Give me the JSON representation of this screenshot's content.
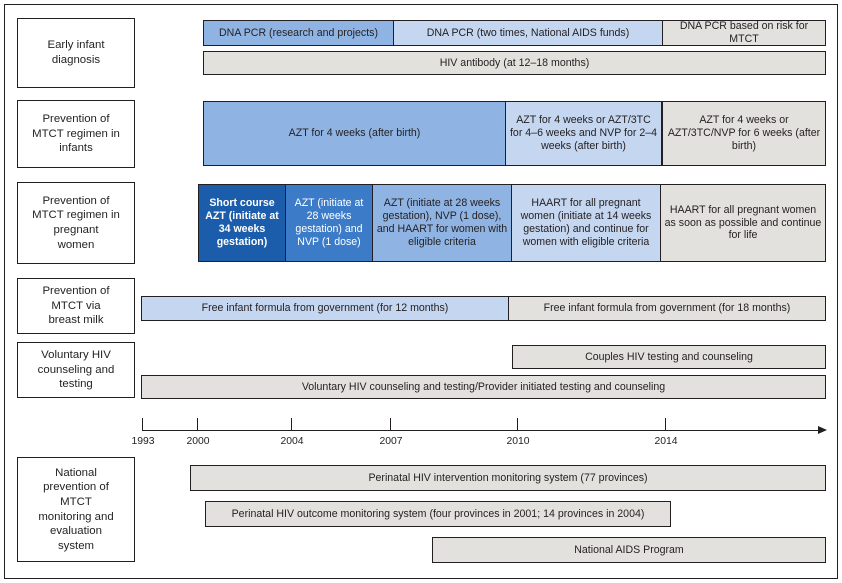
{
  "figure": {
    "type": "timeline-diagram",
    "title_present": false,
    "axis": {
      "years": [
        "1993",
        "2000",
        "2004",
        "2007",
        "2010",
        "2014"
      ],
      "arrow_direction": "right"
    }
  },
  "rows": [
    {
      "label": "Early infant\ndiagnosis",
      "label_line1": "Early infant",
      "label_line2": "diagnosis",
      "bars": [
        {
          "text": "DNA PCR (research and projects)",
          "shade": "blue-md"
        },
        {
          "text": "DNA PCR (two times, National AIDS funds)",
          "shade": "blue-lt"
        },
        {
          "text": "DNA PCR based on risk for MTCT",
          "shade": "gray"
        },
        {
          "text": "HIV antibody (at 12–18 months)",
          "shade": "gray"
        }
      ]
    },
    {
      "label_line1": "Prevention of",
      "label_line2": "MTCT regimen in",
      "label_line3": "infants",
      "bars": [
        {
          "text": "AZT for 4 weeks (after birth)",
          "shade": "blue-md"
        },
        {
          "text": "AZT for 4 weeks or AZT/3TC for 4–6 weeks and NVP for 2–4 weeks (after birth)",
          "shade": "blue-lt"
        },
        {
          "text": "AZT for 4 weeks or AZT/3TC/NVP for 6 weeks (after birth)",
          "shade": "gray"
        }
      ]
    },
    {
      "label_line1": "Prevention of",
      "label_line2": "MTCT regimen in",
      "label_line3": "pregnant",
      "label_line4": "women",
      "bars": [
        {
          "text": "Short course AZT (initiate at 34 weeks gestation)",
          "shade": "blue-dk"
        },
        {
          "text": "AZT (initiate at 28 weeks gestation) and NVP (1 dose)",
          "shade": "blue-dk2"
        },
        {
          "text": "AZT (initiate at 28 weeks gestation), NVP (1 dose), and HAART for women with eligible criteria",
          "shade": "blue-md"
        },
        {
          "text": "HAART for all pregnant women (initiate at 14 weeks gestation) and continue for women with eligible criteria",
          "shade": "blue-lt"
        },
        {
          "text": "HAART for all pregnant women as soon as possible and continue for life",
          "shade": "gray"
        }
      ]
    },
    {
      "label_line1": "Prevention of",
      "label_line2": "MTCT via",
      "label_line3": "breast milk",
      "bars": [
        {
          "text": "Free infant formula from government (for 12 months)",
          "shade": "blue-lt"
        },
        {
          "text": "Free infant formula from government (for 18 months)",
          "shade": "gray"
        }
      ]
    },
    {
      "label_line1": "Voluntary HIV",
      "label_line2": "counseling and",
      "label_line3": "testing",
      "bars": [
        {
          "text": "Couples HIV testing and counseling",
          "shade": "gray"
        },
        {
          "text": "Voluntary HIV counseling and testing/Provider initiated testing and counseling",
          "shade": "gray"
        }
      ]
    },
    {
      "label_line1": "National",
      "label_line2": "prevention of",
      "label_line3": "MTCT",
      "label_line4": "monitoring and",
      "label_line5": "evaluation",
      "label_line6": "system",
      "bars": [
        {
          "text": "Perinatal HIV intervention monitoring system (77 provinces)",
          "shade": "gray"
        },
        {
          "text": "Perinatal HIV outcome monitoring system (four provinces in 2001; 14 provinces in 2004)",
          "shade": "gray"
        },
        {
          "text": "National AIDS Program",
          "shade": "gray"
        }
      ]
    }
  ],
  "colors": {
    "gray": "#e3e1de",
    "blue_light": "#c5d6f0",
    "blue_medium": "#8fb4e3",
    "blue_dark": "#1b5dab",
    "blue_dark2": "#3b7bc8",
    "outline": "#231f20"
  }
}
